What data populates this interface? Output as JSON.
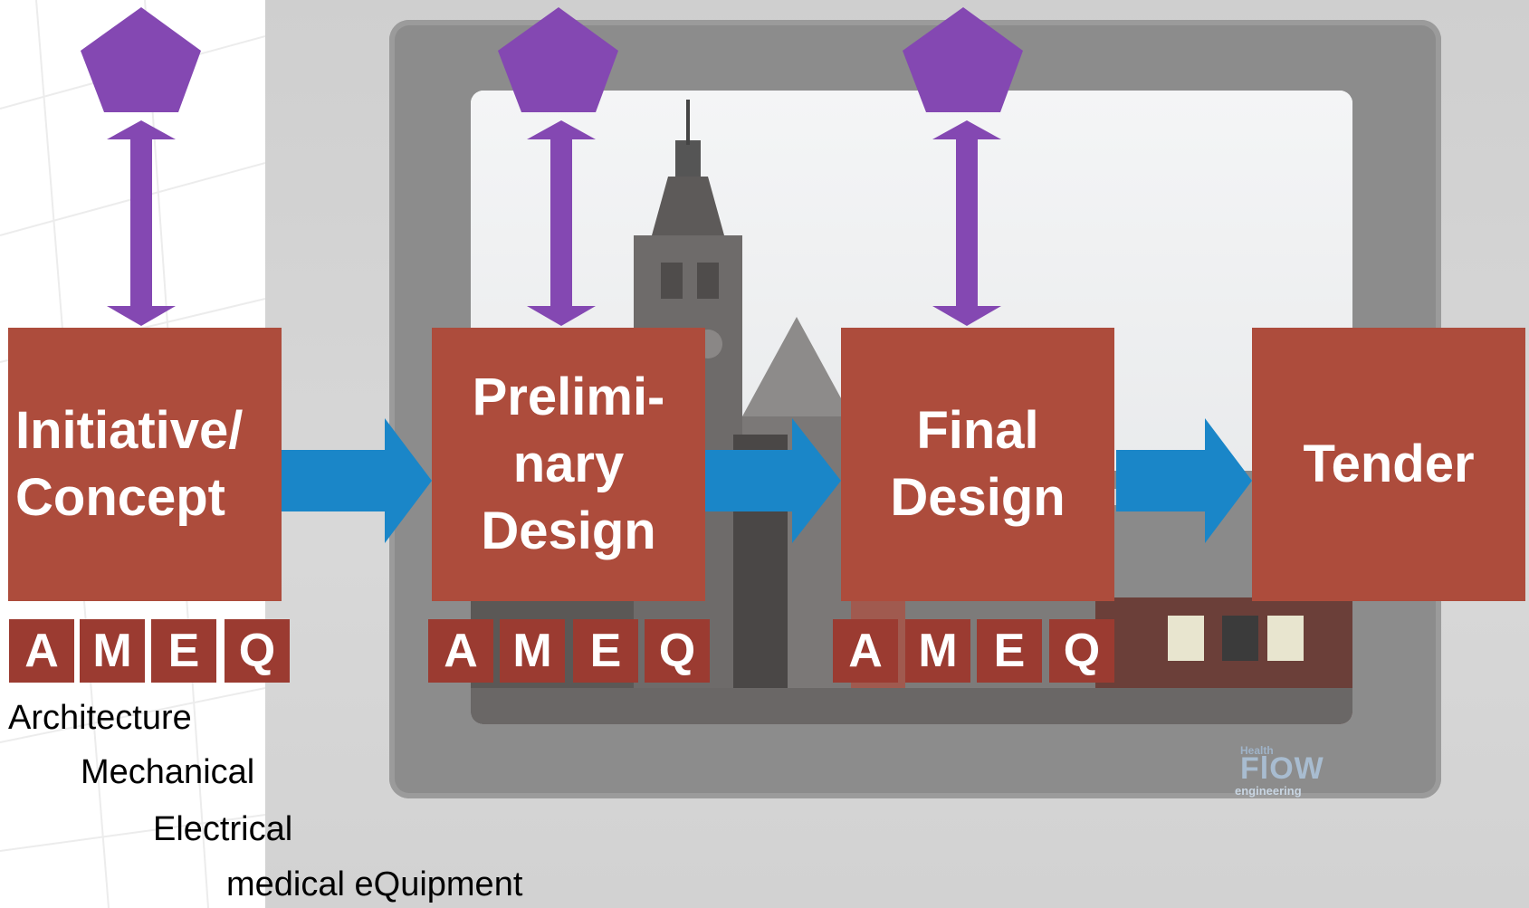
{
  "stages": [
    {
      "label": "Initiative/\nConcept"
    },
    {
      "label": "Prelimi-\nnary\nDesign"
    },
    {
      "label": "Final\nDesign"
    },
    {
      "label": "Tender"
    }
  ],
  "disciplines": [
    "A",
    "M",
    "E",
    "Q"
  ],
  "legend": [
    "Architecture",
    "Mechanical",
    "Electrical",
    "medical eQuipment"
  ],
  "logo": {
    "small": "Health",
    "big": "FlOW",
    "sub": "engineering"
  },
  "colors": {
    "stage": "#ad4c3c",
    "letter": "#9b3b31",
    "flow_arrow": "#1a86c8",
    "pentagon": "#8448b2"
  }
}
